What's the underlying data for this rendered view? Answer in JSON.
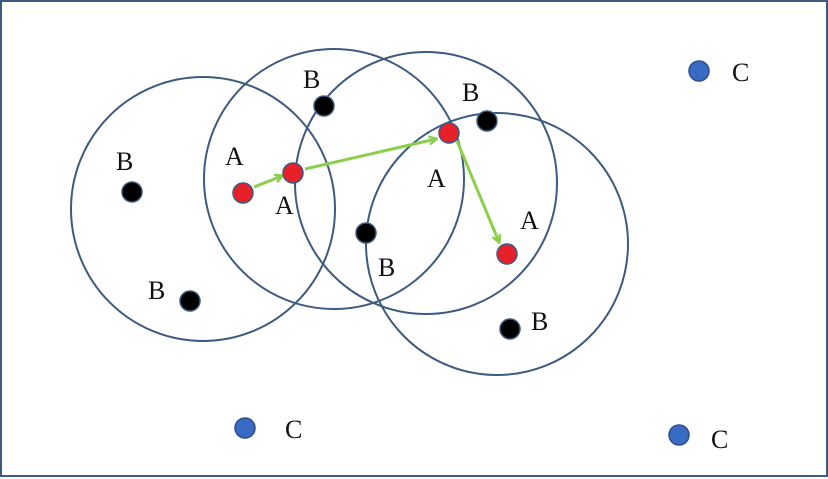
{
  "labels": {
    "a": "A",
    "b": "B",
    "c": "C"
  },
  "colors": {
    "frame": "#3d5a80",
    "circle": "#3d5a80",
    "point_a": "#e8202a",
    "point_b": "#000000",
    "point_c": "#3a6bc4",
    "arrow": "#8ccf4c"
  }
}
